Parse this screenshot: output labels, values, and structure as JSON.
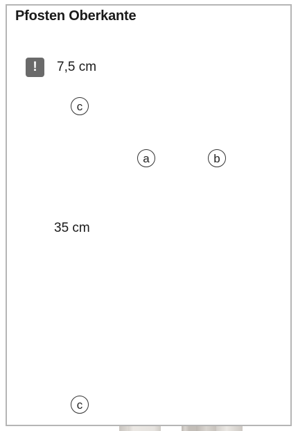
{
  "title": "Pfosten Oberkante",
  "warning_badge": {
    "symbol": "!",
    "icon": "exclamation-icon",
    "color": "#6a6a6a"
  },
  "dimensions": {
    "top_offset": "7,5 cm",
    "screw_spacing": "35 cm"
  },
  "callouts": {
    "screw_top": "c",
    "screw_bottom": "c",
    "post_a": "a",
    "post_b": "b"
  },
  "colors": {
    "frame_border": "#b5b5b5",
    "post_face": "#e9e6e2",
    "post_side": "#cfcbc6",
    "screw": "#8a7a2c"
  }
}
